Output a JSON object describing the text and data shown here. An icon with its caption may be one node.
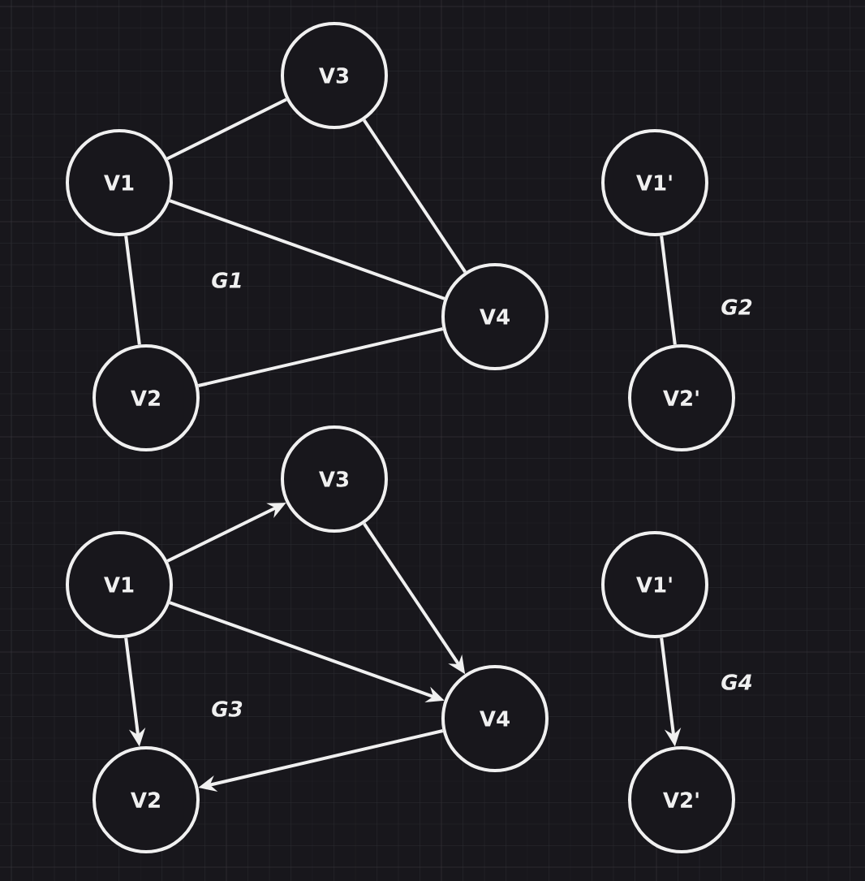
{
  "diagram": {
    "nodes": [
      {
        "text": [
          "V3"
        ]
      },
      {
        "text": [
          "V1"
        ]
      },
      {
        "text": [
          "V4"
        ]
      },
      {
        "text": [
          "V2"
        ]
      },
      {
        "text": [
          "V1'"
        ]
      },
      {
        "text": [
          "V2'"
        ]
      },
      {
        "text": [
          "V3"
        ]
      },
      {
        "text": [
          "V1"
        ]
      },
      {
        "text": [
          "V4"
        ]
      },
      {
        "text": [
          "V2"
        ]
      },
      {
        "text": [
          "V1'"
        ]
      },
      {
        "text": [
          "V2'"
        ]
      }
    ],
    "edges": [
      {
        "from": 1,
        "to": 0,
        "arrow": "none"
      },
      {
        "from": 0,
        "to": 2,
        "arrow": "none"
      },
      {
        "from": 1,
        "to": 2,
        "arrow": "none"
      },
      {
        "from": 1,
        "to": 3,
        "arrow": "none"
      },
      {
        "from": 3,
        "to": 2,
        "arrow": "none"
      },
      {
        "from": 4,
        "to": 5,
        "arrow": "none"
      },
      {
        "from": 7,
        "to": 6,
        "arrow": "to"
      },
      {
        "from": 6,
        "to": 8,
        "arrow": "to"
      },
      {
        "from": 7,
        "to": 8,
        "arrow": "to"
      },
      {
        "from": 7,
        "to": 9,
        "arrow": "to"
      },
      {
        "from": 8,
        "to": 9,
        "arrow": "to"
      },
      {
        "from": 10,
        "to": 11,
        "arrow": "to"
      }
    ],
    "labels": [
      "G1",
      "G2",
      "G3",
      "G4"
    ]
  }
}
